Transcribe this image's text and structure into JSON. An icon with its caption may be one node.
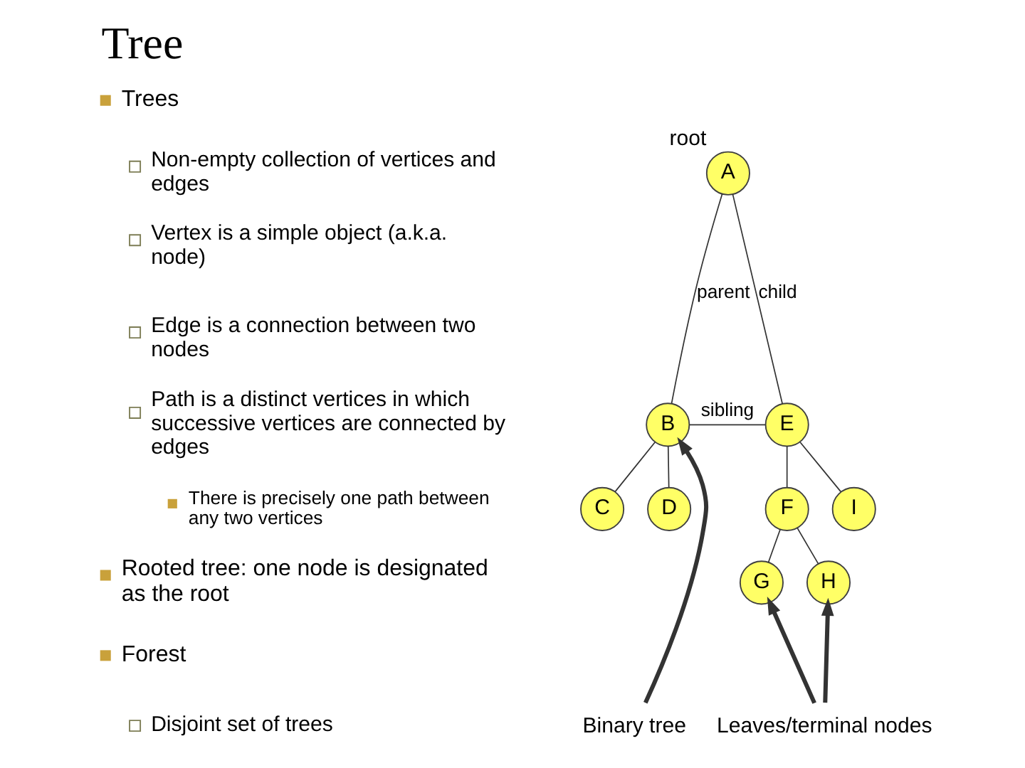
{
  "diagram": {
    "title": "Tree",
    "nodes": [
      {
        "text": [
          "A"
        ],
        "beside": [
          "root"
        ]
      },
      {
        "text": [
          "B"
        ]
      },
      {
        "text": [
          "E"
        ]
      },
      {
        "text": [
          "C"
        ]
      },
      {
        "text": [
          "D"
        ]
      },
      {
        "text": [
          "F"
        ]
      },
      {
        "text": [
          "I"
        ]
      },
      {
        "text": [
          "G"
        ]
      },
      {
        "text": [
          "H"
        ]
      },
      {
        "text": [
          "Binary tree"
        ]
      },
      {
        "text": [
          "Leaves/terminal nodes"
        ]
      }
    ],
    "edges": [
      {
        "from": 0,
        "to": 1,
        "arrow": "none",
        "label": "parent"
      },
      {
        "from": 0,
        "to": 2,
        "arrow": "none",
        "label": "child"
      },
      {
        "from": 1,
        "to": 3,
        "arrow": "none"
      },
      {
        "from": 1,
        "to": 4,
        "arrow": "none"
      },
      {
        "from": 2,
        "to": 5,
        "arrow": "none"
      },
      {
        "from": 2,
        "to": 6,
        "arrow": "none"
      },
      {
        "from": 5,
        "to": 7,
        "arrow": "none"
      },
      {
        "from": 5,
        "to": 8,
        "arrow": "none"
      },
      {
        "from": 1,
        "to": 2,
        "arrow": "none",
        "label": "sibling"
      },
      {
        "from": 9,
        "to": 1,
        "arrow": "to",
        "style": "thick"
      },
      {
        "from": 10,
        "to": 7,
        "arrow": "to",
        "style": "thick"
      },
      {
        "from": 10,
        "to": 8,
        "arrow": "to",
        "style": "thick"
      }
    ],
    "labels": [
      "Trees",
      "Non-empty collection of vertices and edges",
      "Vertex is a simple object (a.k.a. node)",
      "Edge is a connection between two nodes",
      "Path is a distinct vertices in which successive vertices are connected by edges",
      "There is precisely one path between any two vertices",
      "Rooted tree: one node is designated as the root",
      "Forest",
      "Disjoint set of trees"
    ]
  }
}
